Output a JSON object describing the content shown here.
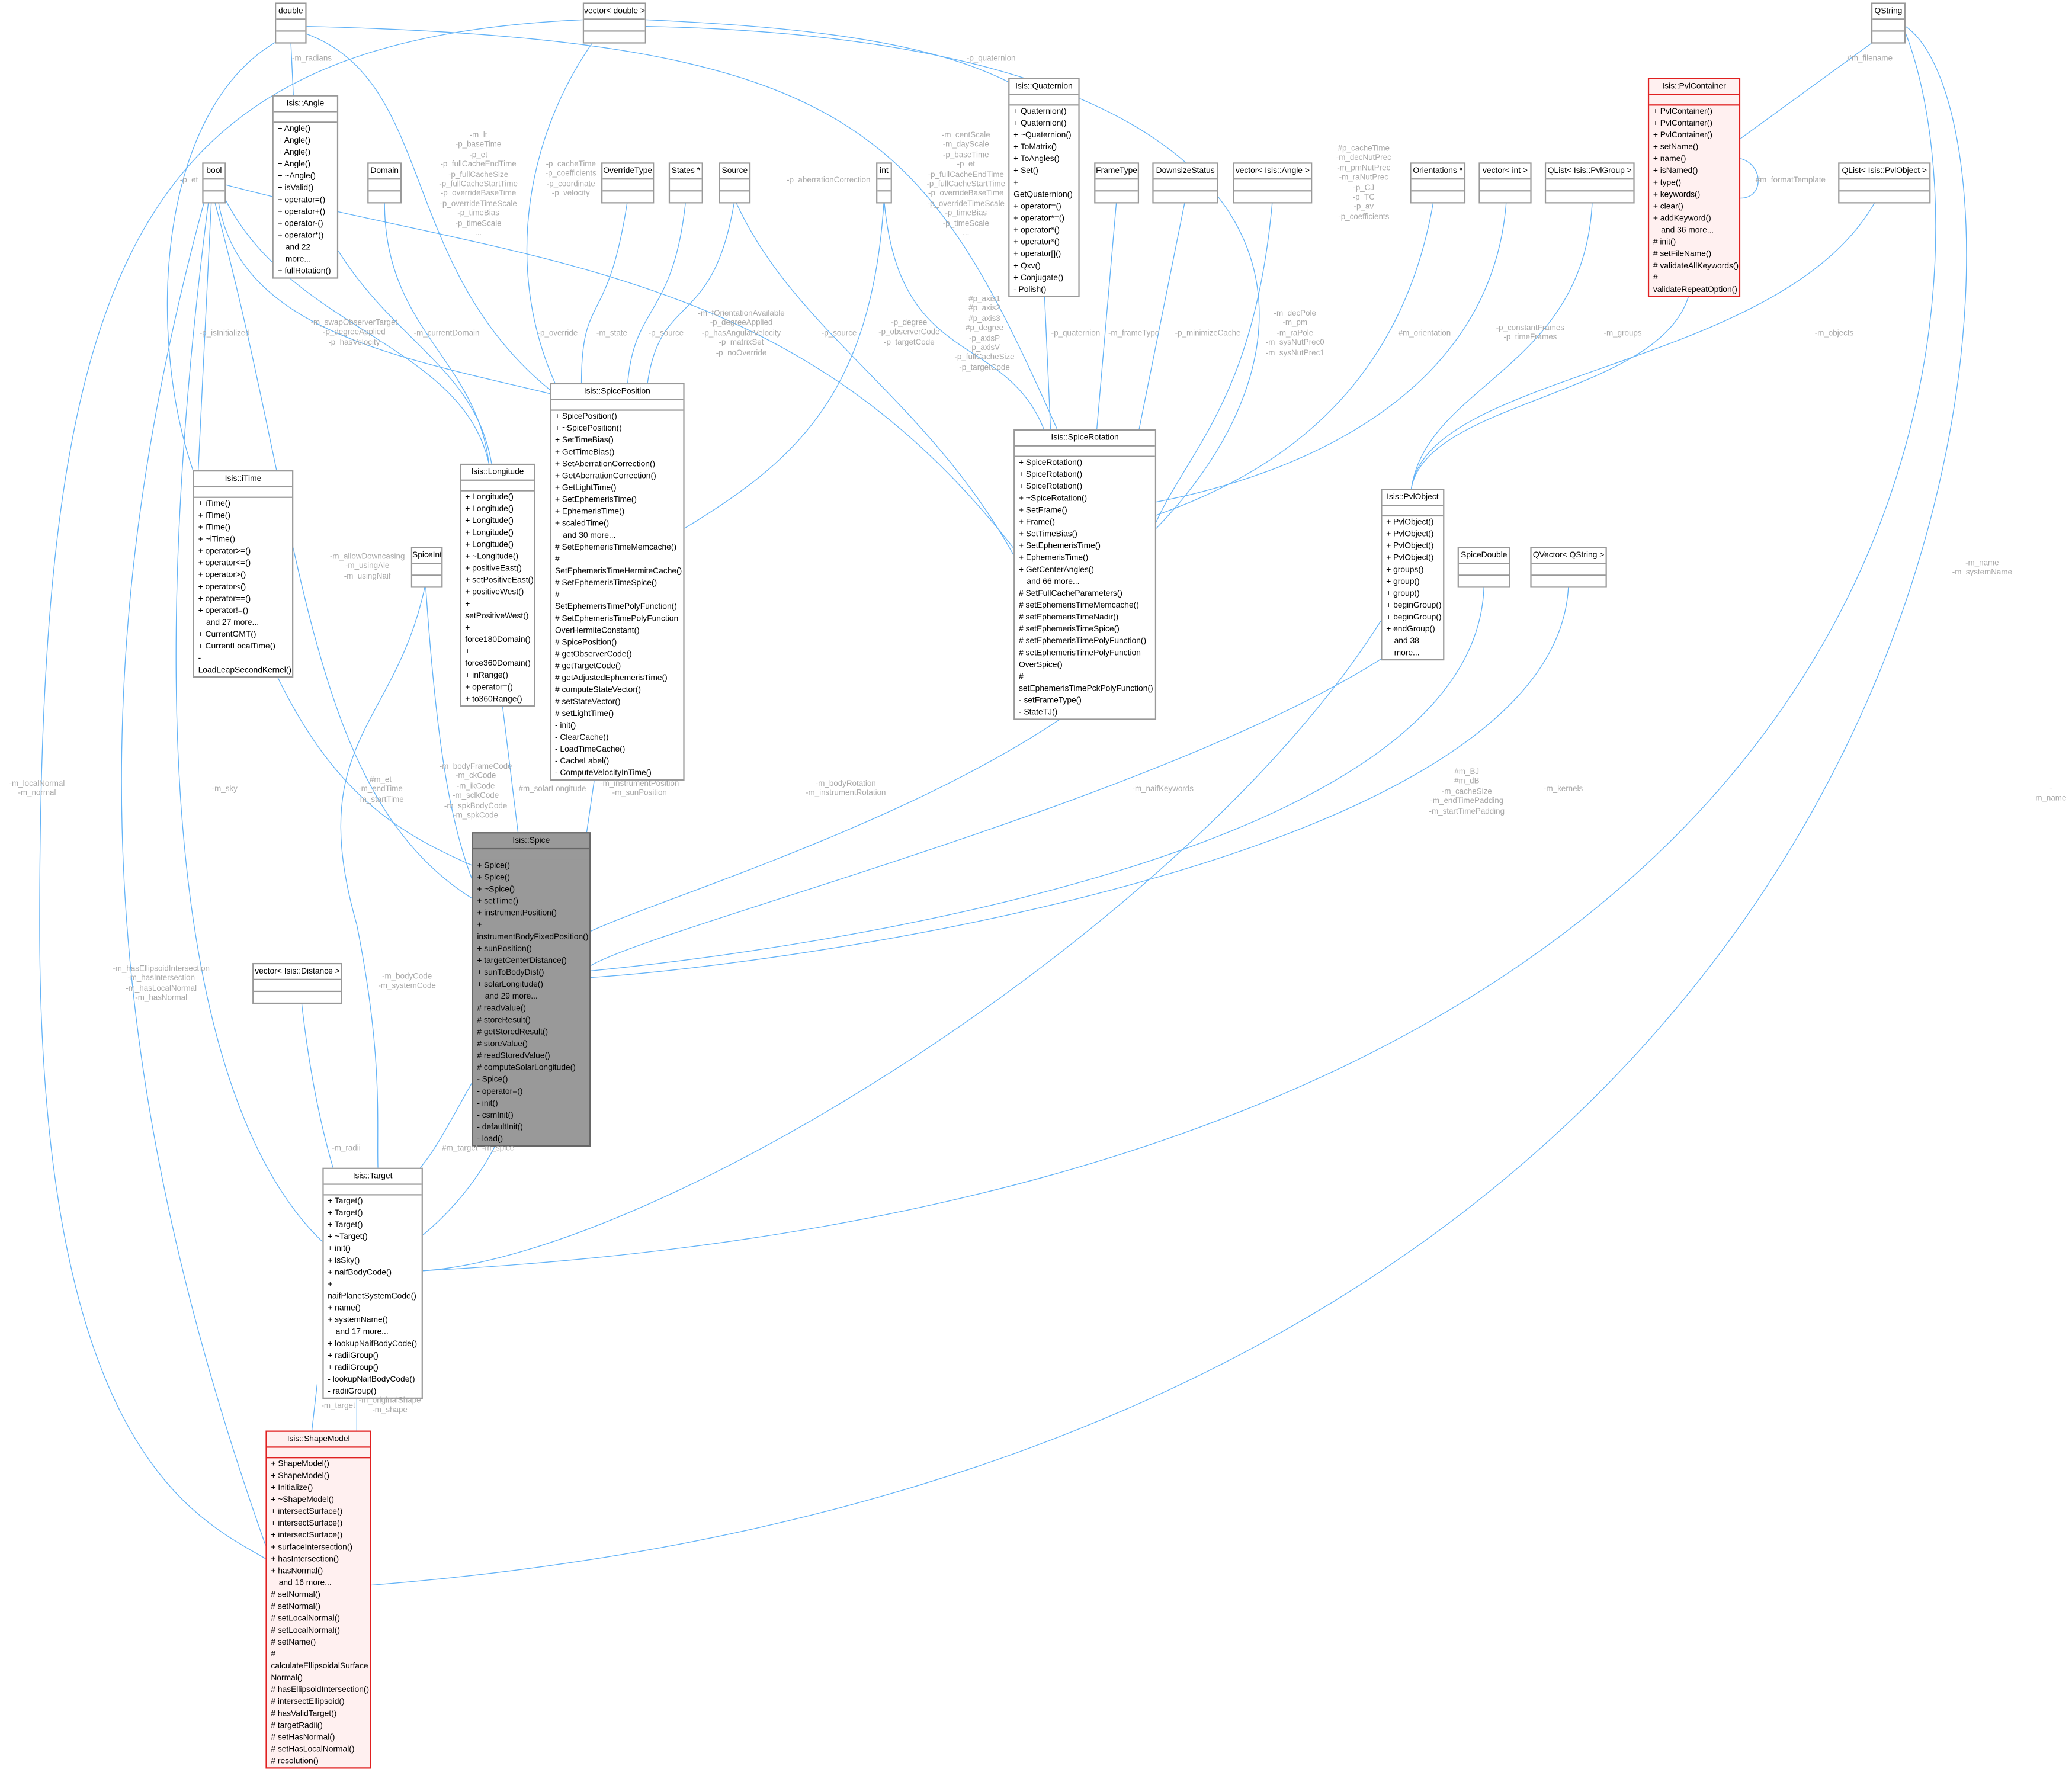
{
  "colors": {
    "edge": "#63b3f7",
    "highlight_fill": "#999999",
    "warning_border": "#e02020",
    "warning_fill": "#fff0f0"
  },
  "classes": {
    "double": {
      "title": "double",
      "members": []
    },
    "vector_double": {
      "title": "vector< double >",
      "members": []
    },
    "qstring": {
      "title": "QString",
      "members": []
    },
    "angle": {
      "title": "Isis::Angle",
      "members": [
        "+ Angle()",
        "+ Angle()",
        "+ Angle()",
        "+ Angle()",
        "+ ~Angle()",
        "+ isValid()",
        "+ operator=()",
        "+ operator+()",
        "+ operator-()",
        "+ operator*()",
        "and 22 more...",
        "+ fullRotation()"
      ]
    },
    "quaternion": {
      "title": "Isis::Quaternion",
      "members": [
        "+ Quaternion()",
        "+ Quaternion()",
        "+ ~Quaternion()",
        "+ ToMatrix()",
        "+ ToAngles()",
        "+ Set()",
        "+ GetQuaternion()",
        "+ operator=()",
        "+ operator*=()",
        "+ operator*()",
        "+ operator*()",
        "+ operator[]()",
        "+ Qxv()",
        "+ Conjugate()",
        "- Polish()"
      ]
    },
    "pvlcontainer": {
      "title": "Isis::PvlContainer",
      "members": [
        "+ PvlContainer()",
        "+ PvlContainer()",
        "+ PvlContainer()",
        "+ setName()",
        "+ name()",
        "+ isNamed()",
        "+ type()",
        "+ keywords()",
        "+ clear()",
        "+ addKeyword()",
        "and 36 more...",
        "# init()",
        "# setFileName()",
        "# validateAllKeywords()",
        "# validateRepeatOption()"
      ]
    },
    "bool": {
      "title": "bool",
      "members": []
    },
    "domain": {
      "title": "Domain",
      "members": []
    },
    "overridetype": {
      "title": "OverrideType",
      "members": []
    },
    "states": {
      "title": "States *",
      "members": []
    },
    "source": {
      "title": "Source",
      "members": []
    },
    "int": {
      "title": "int",
      "members": []
    },
    "frametype": {
      "title": "FrameType",
      "members": []
    },
    "downsizestatus": {
      "title": "DownsizeStatus",
      "members": []
    },
    "vector_angle": {
      "title": "vector< Isis::Angle >",
      "members": []
    },
    "orientations": {
      "title": "Orientations *",
      "members": []
    },
    "vector_int": {
      "title": "vector< int >",
      "members": []
    },
    "qlist_pvlgroup": {
      "title": "QList< Isis::PvlGroup >",
      "members": []
    },
    "qlist_pvlobject": {
      "title": "QList< Isis::PvlObject >",
      "members": []
    },
    "spiceposition": {
      "title": "Isis::SpicePosition",
      "members": [
        "+ SpicePosition()",
        "+ ~SpicePosition()",
        "+ SetTimeBias()",
        "+ GetTimeBias()",
        "+ SetAberrationCorrection()",
        "+ GetAberrationCorrection()",
        "+ GetLightTime()",
        "+ SetEphemerisTime()",
        "+ EphemerisTime()",
        "+ scaledTime()",
        "and 30 more...",
        "# SetEphemerisTimeMemcache()",
        "# SetEphemerisTimeHermiteCache()",
        "# SetEphemerisTimeSpice()",
        "# SetEphemerisTimePolyFunction()",
        "# SetEphemerisTimePolyFunction\n   OverHermiteConstant()",
        "# SpicePosition()",
        "# getObserverCode()",
        "# getTargetCode()",
        "# getAdjustedEphemerisTime()",
        "# computeStateVector()",
        "# setStateVector()",
        "# setLightTime()",
        "- init()",
        "- ClearCache()",
        "- LoadTimeCache()",
        "- CacheLabel()",
        "- ComputeVelocityInTime()"
      ]
    },
    "itime": {
      "title": "Isis::iTime",
      "members": [
        "+ iTime()",
        "+ iTime()",
        "+ iTime()",
        "+ ~iTime()",
        "+ operator>=()",
        "+ operator<=()",
        "+ operator>()",
        "+ operator<()",
        "+ operator==()",
        "+ operator!=()",
        "and 27 more...",
        "+ CurrentGMT()",
        "+ CurrentLocalTime()",
        "- LoadLeapSecondKernel()"
      ]
    },
    "longitude": {
      "title": "Isis::Longitude",
      "members": [
        "+ Longitude()",
        "+ Longitude()",
        "+ Longitude()",
        "+ Longitude()",
        "+ Longitude()",
        "+ ~Longitude()",
        "+ positiveEast()",
        "+ setPositiveEast()",
        "+ positiveWest()",
        "+ setPositiveWest()",
        "+ force180Domain()",
        "+ force360Domain()",
        "+ inRange()",
        "+ operator=()",
        "+ to360Range()"
      ]
    },
    "spiceint": {
      "title": "SpiceInt",
      "members": []
    },
    "spicerotation": {
      "title": "Isis::SpiceRotation",
      "members": [
        "+ SpiceRotation()",
        "+ SpiceRotation()",
        "+ SpiceRotation()",
        "+ ~SpiceRotation()",
        "+ SetFrame()",
        "+ Frame()",
        "+ SetTimeBias()",
        "+ SetEphemerisTime()",
        "+ EphemerisTime()",
        "+ GetCenterAngles()",
        "and 66 more...",
        "# SetFullCacheParameters()",
        "# setEphemerisTimeMemcache()",
        "# setEphemerisTimeNadir()",
        "# setEphemerisTimeSpice()",
        "# setEphemerisTimePolyFunction()",
        "# setEphemerisTimePolyFunction\n   OverSpice()",
        "# setEphemerisTimePckPolyFunction()",
        "- setFrameType()",
        "- StateTJ()"
      ]
    },
    "pvlobject": {
      "title": "Isis::PvlObject",
      "members": [
        "+ PvlObject()",
        "+ PvlObject()",
        "+ PvlObject()",
        "+ PvlObject()",
        "+ groups()",
        "+ group()",
        "+ group()",
        "+ beginGroup()",
        "+ beginGroup()",
        "+ endGroup()",
        "and 38 more..."
      ]
    },
    "spicedouble": {
      "title": "SpiceDouble",
      "members": []
    },
    "qvector_qstring": {
      "title": "QVector< QString >",
      "members": []
    },
    "spice": {
      "title": "Isis::Spice",
      "members": [
        "+ Spice()",
        "+ Spice()",
        "+ ~Spice()",
        "+ setTime()",
        "+ instrumentPosition()",
        "+ instrumentBodyFixedPosition()",
        "+ sunPosition()",
        "+ targetCenterDistance()",
        "+ sunToBodyDist()",
        "+ solarLongitude()",
        "and 29 more...",
        "# readValue()",
        "# storeResult()",
        "# getStoredResult()",
        "# storeValue()",
        "# readStoredValue()",
        "# computeSolarLongitude()",
        "- Spice()",
        "- operator=()",
        "- init()",
        "- csmInit()",
        "- defaultInit()",
        "- load()"
      ]
    },
    "vector_distance": {
      "title": "vector< Isis::Distance >",
      "members": []
    },
    "target": {
      "title": "Isis::Target",
      "members": [
        "+ Target()",
        "+ Target()",
        "+ Target()",
        "+ ~Target()",
        "+ init()",
        "+ isSky()",
        "+ naifBodyCode()",
        "+ naifPlanetSystemCode()",
        "+ name()",
        "+ systemName()",
        "and 17 more...",
        "+ lookupNaifBodyCode()",
        "+ radiiGroup()",
        "+ radiiGroup()",
        "- lookupNaifBodyCode()",
        "- radiiGroup()"
      ]
    },
    "shapemodel": {
      "title": "Isis::ShapeModel",
      "members": [
        "+ ShapeModel()",
        "+ ShapeModel()",
        "+ Initialize()",
        "+ ~ShapeModel()",
        "+ intersectSurface()",
        "+ intersectSurface()",
        "+ intersectSurface()",
        "+ surfaceIntersection()",
        "+ hasIntersection()",
        "+ hasNormal()",
        "and 16 more...",
        "# setNormal()",
        "# setNormal()",
        "# setLocalNormal()",
        "# setLocalNormal()",
        "# setName()",
        "# calculateEllipsoidalSurface\n   Normal()",
        "# hasEllipsoidIntersection()",
        "# intersectEllipsoid()",
        "# hasValidTarget()",
        "# targetRadii()",
        "# setHasNormal()",
        "# setHasLocalNormal()",
        "# resolution()"
      ]
    }
  },
  "edge_labels": {
    "radians": "-m_radians",
    "p_et": "-p_et",
    "sp_times": "-m_lt\n-p_baseTime\n-p_et\n-p_fullCacheEndTime\n-p_fullCacheSize\n-p_fullCacheStartTime\n-p_overrideBaseTime\n-p_overrideTimeScale\n-p_timeBias\n-p_timeScale\n...",
    "sp_vectors": "-p_cacheTime\n-p_coefficients\n-p_coordinate\n-p_velocity",
    "aberration": "-p_aberrationCorrection",
    "sr_times": "-m_centScale\n-m_dayScale\n-p_baseTime\n-p_et\n-p_fullCacheEndTime\n-p_fullCacheStartTime\n-p_overrideBaseTime\n-p_overrideTimeScale\n-p_timeBias\n-p_timeScale\n...",
    "quat": "-p_quaternion",
    "sr_vectors": "#p_cacheTime\n-m_decNutPrec\n-m_pmNutPrec\n-m_raNutPrec\n-p_CJ\n-p_TC\n-p_av\n-p_coefficients",
    "filename": "#m_filename",
    "formattemplate": "#m_formatTemplate",
    "isinit": "-p_isInitialized",
    "swap": "-m_swapObserverTarget\n-p_degreeApplied\n-p_hasVelocity",
    "currentdomain": "-m_currentDomain",
    "override": "-p_override",
    "state": "-m_state",
    "sp_source": "-p_source",
    "sr_bools": "-m_fOrientationAvailable\n-p_degreeApplied\n-p_hasAngularVelocity\n-p_matrixSet\n-p_noOverride",
    "sr_source": "-p_source",
    "sp_ints": "-p_degree\n-p_observerCode\n-p_targetCode",
    "sr_ints": "#p_axis1\n#p_axis2\n#p_axis3\n#p_degree\n-p_axisP\n-p_axisV\n-p_fullCacheSize\n-p_targetCode",
    "sr_quat": "-p_quaternion",
    "frametype": "-m_frameType",
    "minimize": "-p_minimizeCache",
    "poles": "-m_decPole\n-m_pm\n-m_raPole\n-m_sysNutPrec0\n-m_sysNutPrec1",
    "orientation": "#m_orientation",
    "frames": "-p_constantFrames\n-p_timeFrames",
    "groups": "-m_groups",
    "objects": "-m_objects",
    "downcasing": "-m_allowDowncasing\n-m_usingAle\n-m_usingNaif",
    "spice_times": "#m_et\n-m_endTime\n-m_startTime",
    "spice_codes": "-m_bodyFrameCode\n-m_ckCode\n-m_ikCode\n-m_sclkCode\n-m_spkBodyCode\n-m_spkCode",
    "solarlon": "#m_solarLongitude",
    "positions": "-m_instrumentPosition\n-m_sunPosition",
    "rotations": "-m_bodyRotation\n-m_instrumentRotation",
    "naifkw": "-m_naifKeywords",
    "spice_doubles": "#m_BJ\n#m_dB\n-m_cacheSize\n-m_endTimePadding\n-m_startTimePadding",
    "kernels": "-m_kernels",
    "target_name": "-m_name\n-m_systemName",
    "shape_name": "-m_name",
    "normals": "-m_localNormal\n-m_normal",
    "sky": "-m_sky",
    "bodycode": "-m_bodyCode\n-m_systemCode",
    "shape_bools": "-m_hasEllipsoidIntersection\n-m_hasIntersection\n-m_hasLocalNormal\n-m_hasNormal",
    "radii": "-m_radii",
    "target": "#m_target",
    "spice": "-m_spice",
    "shape_target": "-m_target",
    "shape": "-m_originalShape\n-m_shape"
  }
}
